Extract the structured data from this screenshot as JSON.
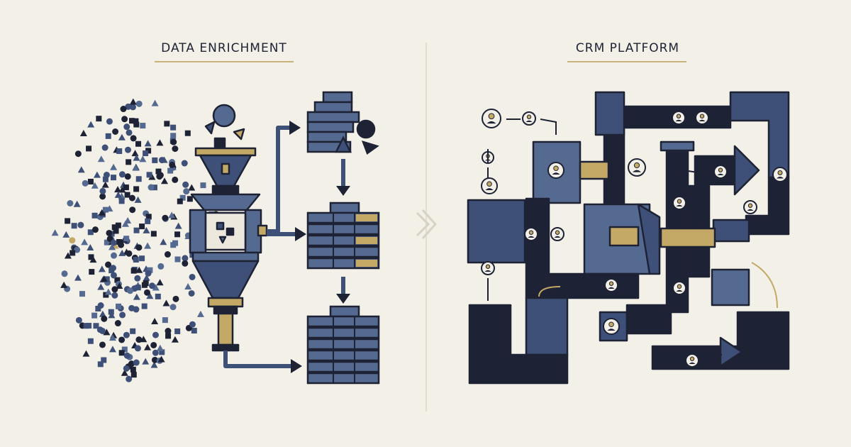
{
  "left_panel": {
    "title": "DATA ENRICHMENT"
  },
  "right_panel": {
    "title": "CRM PLATFORM"
  },
  "colors": {
    "background": "#f3f0e8",
    "navy": "#1e2235",
    "slate_blue": "#556a90",
    "mid_blue": "#3e5077",
    "gold": "#c4a865",
    "rule": "#c9b27a"
  },
  "icons": [
    "scattered-data-shapes",
    "funnel-machine",
    "arrow-icon",
    "database-stack",
    "pipe-network",
    "contact-node-icon",
    "chevron-separator-icon"
  ]
}
